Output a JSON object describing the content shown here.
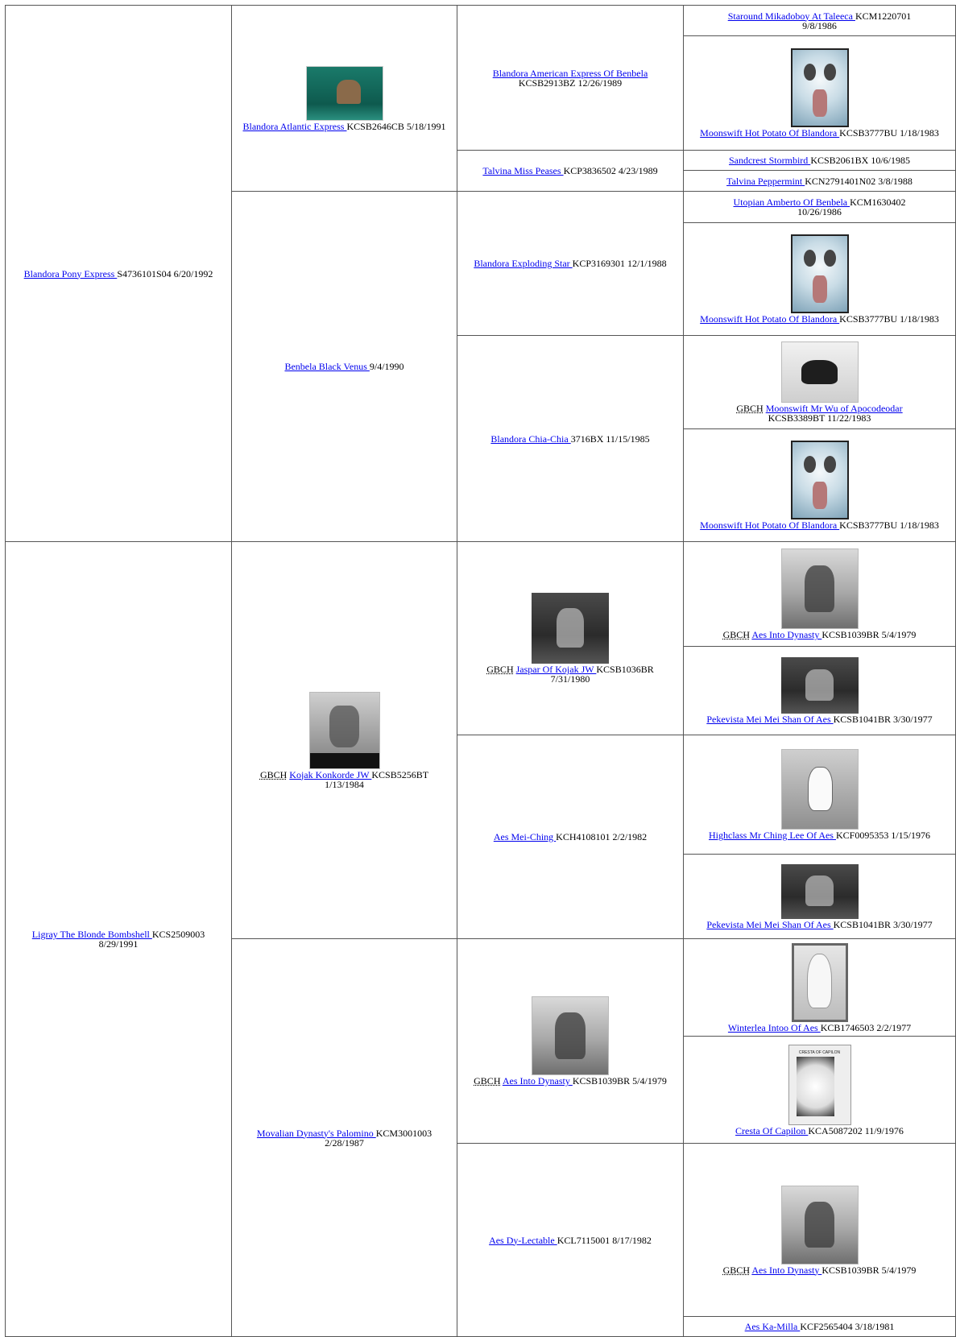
{
  "pedigree": {
    "gen1": [
      {
        "name": "Blandora Pony Express ",
        "details": "S4736101S04 6/20/1992"
      },
      {
        "name": "Ligray The Blonde Bombshell ",
        "details": "KCS2509003 8/29/1991"
      }
    ],
    "gen2": [
      {
        "name": "Blandora Atlantic Express ",
        "details": "KCSB2646CB 5/18/1991",
        "photo": "dog-photo"
      },
      {
        "name": "Benbela Black Venus ",
        "details": "9/4/1990"
      },
      {
        "title": "GBCH",
        "name": "Kojak Konkorde JW ",
        "details": "KCSB5256BT 1/13/1984",
        "photo": "dog-photo"
      },
      {
        "name": "Movalian Dynasty's Palomino ",
        "details": "KCM3001003 2/28/1987"
      }
    ],
    "gen3": [
      {
        "name": "Blandora American Express Of Benbela ",
        "details": "KCSB2913BZ 12/26/1989"
      },
      {
        "name": "Talvina Miss Peases ",
        "details": "KCP3836502 4/23/1989"
      },
      {
        "name": "Blandora Exploding Star ",
        "details": "KCP3169301 12/1/1988"
      },
      {
        "name": "Blandora Chia-Chia ",
        "details": "3716BX 11/15/1985"
      },
      {
        "title": "GBCH",
        "name": "Jaspar Of Kojak JW ",
        "details": "KCSB1036BR 7/31/1980",
        "photo": "dog-photo"
      },
      {
        "name": "Aes Mei-Ching ",
        "details": "KCH4108101 2/2/1982"
      },
      {
        "title": "GBCH",
        "name": "Aes Into Dynasty ",
        "details": "KCSB1039BR 5/4/1979",
        "photo": "dog-photo"
      },
      {
        "name": "Aes Dy-Lectable ",
        "details": "KCL7115001 8/17/1982"
      }
    ],
    "gen4": [
      {
        "name": "Staround Mikadoboy At Taleeca ",
        "details": "KCM1220701 9/8/1986"
      },
      {
        "name": "Moonswift Hot Potato Of Blandora ",
        "details": "KCSB3777BU 1/18/1983",
        "photo": "dog-photo"
      },
      {
        "name": "Sandcrest Stormbird ",
        "details": "KCSB2061BX 10/6/1985"
      },
      {
        "name": "Talvina Peppermint ",
        "details": "KCN2791401N02 3/8/1988"
      },
      {
        "name": "Utopian Amberto Of Benbela ",
        "details": "KCM1630402 10/26/1986"
      },
      {
        "name": "Moonswift Hot Potato Of Blandora ",
        "details": "KCSB3777BU 1/18/1983",
        "photo": "dog-photo"
      },
      {
        "title": "GBCH",
        "name": "Moonswift Mr Wu of Apocodeodar",
        "details": "KCSB3389BT 11/22/1983",
        "photo": "dog-photo"
      },
      {
        "name": "Moonswift Hot Potato Of Blandora ",
        "details": "KCSB3777BU 1/18/1983",
        "photo": "dog-photo"
      },
      {
        "title": "GBCH",
        "name": "Aes Into Dynasty ",
        "details": "KCSB1039BR 5/4/1979",
        "photo": "dog-photo"
      },
      {
        "name": "Pekevista Mei Mei Shan Of Aes ",
        "details": "KCSB1041BR 3/30/1977",
        "photo": "dog-photo"
      },
      {
        "name": "Highclass Mr Ching Lee Of Aes ",
        "details": "KCF0095353 1/15/1976",
        "photo": "dog-photo"
      },
      {
        "name": "Pekevista Mei Mei Shan Of Aes ",
        "details": "KCSB1041BR 3/30/1977",
        "photo": "dog-photo"
      },
      {
        "name": "Winterlea Intoo Of Aes ",
        "details": "KCB1746503 2/2/1977",
        "photo": "dog-photo"
      },
      {
        "name": "Cresta Of Capilon ",
        "details": "KCA5087202 11/9/1976",
        "photo": "dog-photo"
      },
      {
        "title": "GBCH",
        "name": "Aes Into Dynasty ",
        "details": "KCSB1039BR 5/4/1979",
        "photo": "dog-photo"
      },
      {
        "name": "Aes Ka-Milla ",
        "details": "KCF2565404 3/18/1981"
      }
    ]
  },
  "colors": {
    "link": "#0000ee",
    "border": "#555555",
    "background": "#ffffff"
  }
}
